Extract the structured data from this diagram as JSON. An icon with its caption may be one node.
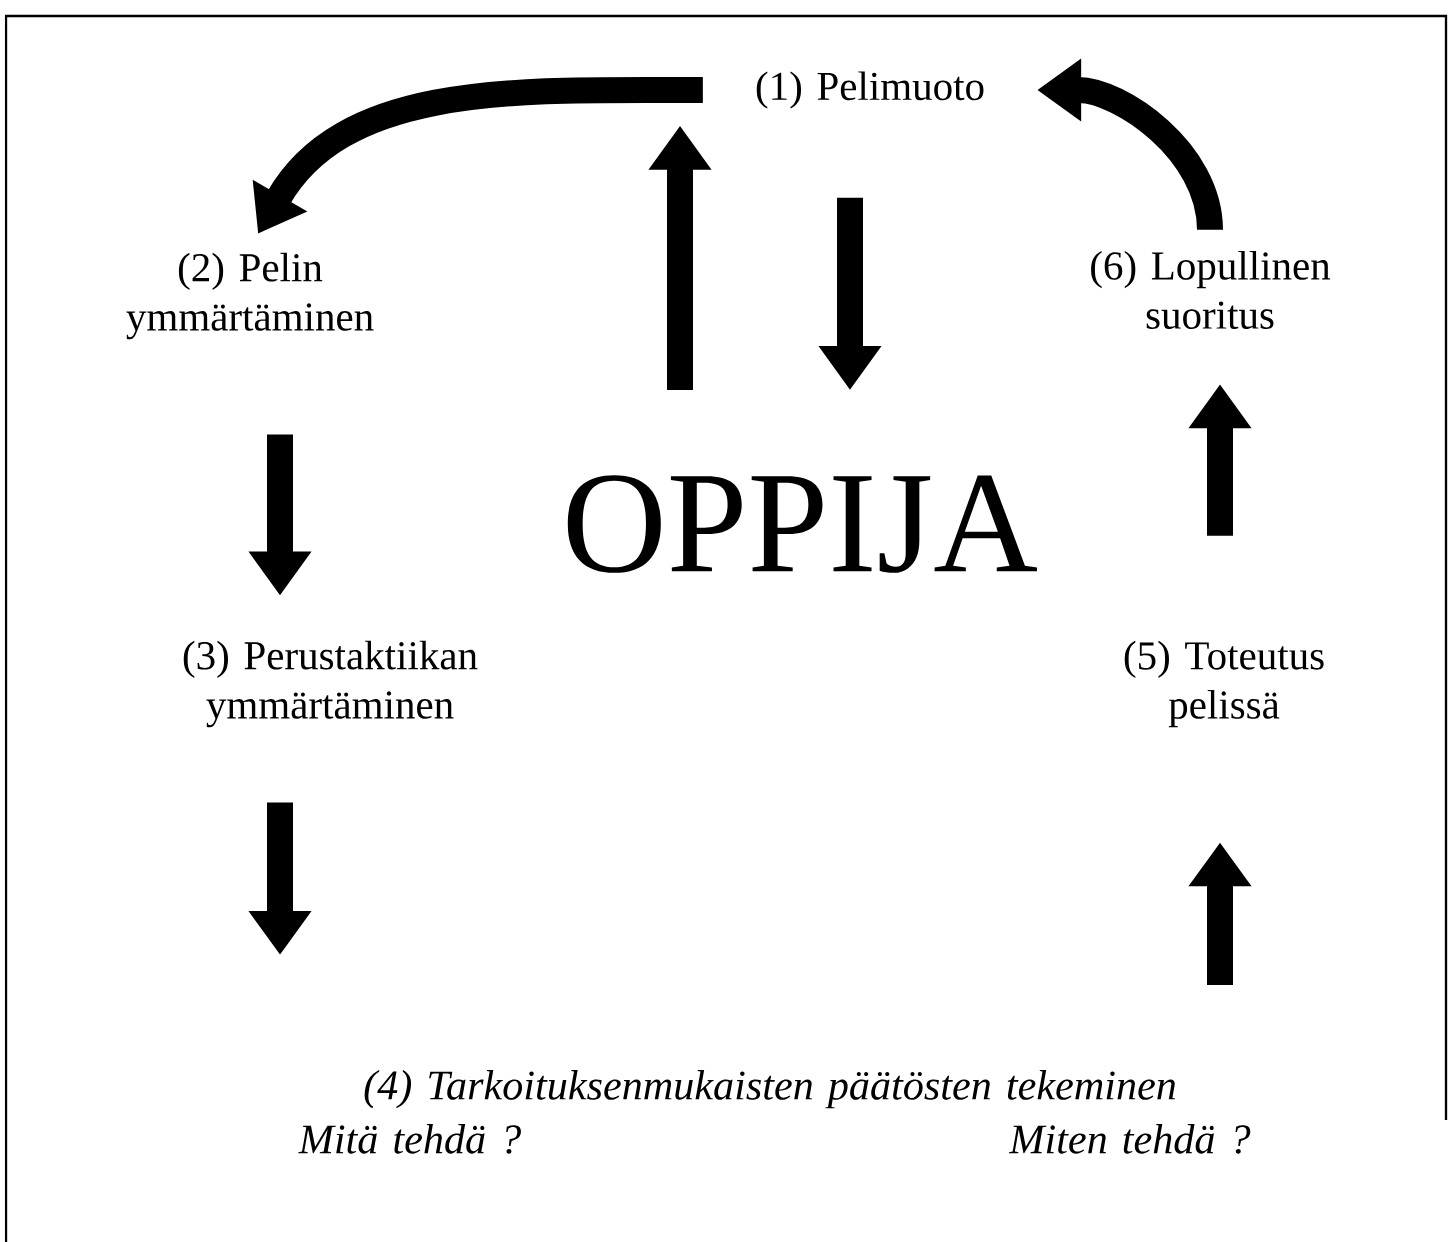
{
  "diagram": {
    "nodes": [
      {
        "text": [
          "(1) Pelimuoto"
        ]
      },
      {
        "text": [
          "(2) Pelin ymmärtäminen"
        ]
      },
      {
        "text": [
          "(3) Perustaktiikan ymmärtäminen"
        ]
      },
      {
        "text": [
          "(4) Tarkoituksenmukaisten päätösten tekeminen",
          "Mitä tehdä ?",
          "Miten tehdä ?"
        ]
      },
      {
        "text": [
          "(5) Toteutus pelissä"
        ]
      },
      {
        "text": [
          "(6) Lopullinen suoritus"
        ]
      },
      {
        "text": [
          "OPPIJA"
        ]
      }
    ],
    "edges": [
      {
        "from": 0,
        "to": 1,
        "arrow": "to"
      },
      {
        "from": 1,
        "to": 2,
        "arrow": "to"
      },
      {
        "from": 2,
        "to": 3,
        "arrow": "to"
      },
      {
        "from": 3,
        "to": 4,
        "arrow": "to"
      },
      {
        "from": 4,
        "to": 5,
        "arrow": "to"
      },
      {
        "from": 5,
        "to": 0,
        "arrow": "to"
      },
      {
        "from": 6,
        "to": 0,
        "arrow": "to"
      },
      {
        "from": 0,
        "to": 6,
        "arrow": "to"
      }
    ]
  }
}
